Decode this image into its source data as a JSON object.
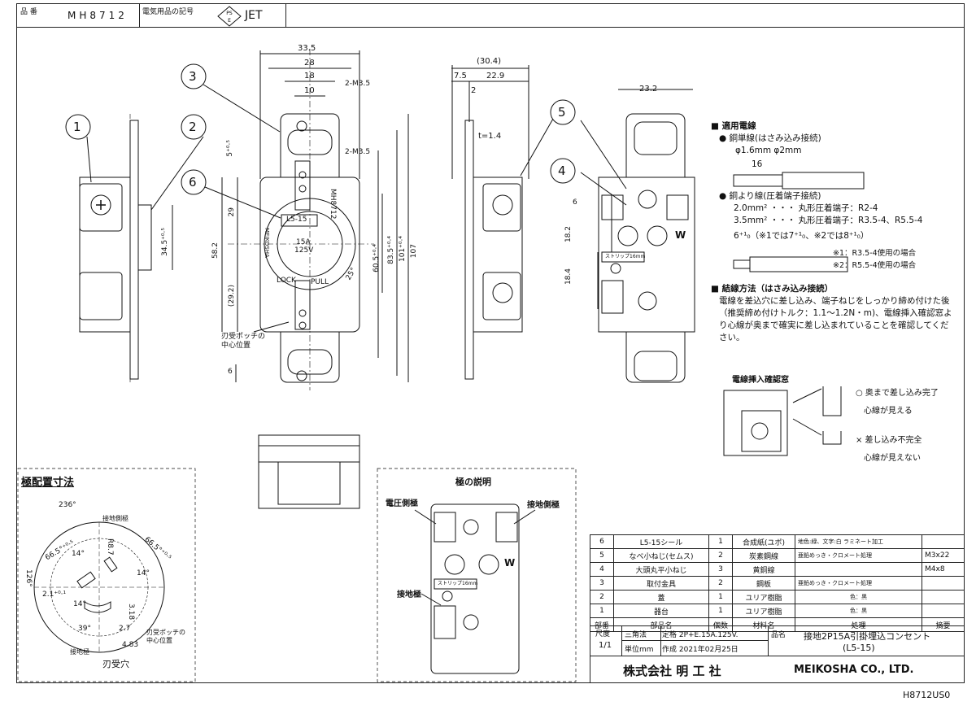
{
  "header": {
    "part_no_label": "品 番",
    "part_no": "MH8712",
    "symbol_label": "電気用品の記号",
    "pse_mark": "PS E",
    "jet_mark": "JET"
  },
  "callouts": [
    "1",
    "2",
    "3",
    "4",
    "5",
    "6"
  ],
  "dims_front": {
    "w335": "33.5",
    "w28": "28",
    "w18": "18",
    "w10": "10",
    "m35a": "2-M3.5",
    "m35b": "2-M3.5",
    "d5": "5⁺⁰·⁵",
    "d29": "29",
    "d582": "58.2",
    "d292": "(29.2)",
    "d6": "6",
    "d605": "60.5⁺⁰·⁴",
    "d835": "83.5⁺⁰·⁴",
    "d101": "101⁺⁰·⁴",
    "d107": "107",
    "d345": "34.5⁺⁰·⁵",
    "ang25": "25°",
    "face_label": "L5-15",
    "face_model": "MH8712",
    "face_rating_a": "15A",
    "face_rating_v": "125V",
    "face_lock": "LOCK",
    "face_pull": "PULL",
    "face_brand": "MEIKOSHA",
    "notch_note_1": "刃受ポッチの",
    "notch_note_2": "中心位置"
  },
  "dims_side": {
    "w304": "(30.4)",
    "w75": "7.5",
    "w229": "22.9",
    "d2": "2",
    "t14": "t=1.4"
  },
  "dims_back": {
    "w232": "23.2",
    "d6": "6",
    "d182": "18.2",
    "d184": "18.4",
    "strip": "ストリップ16mm",
    "w_mark": "W"
  },
  "pole_layout": {
    "title": "極配置寸法",
    "a236": "236°",
    "a126": "126°",
    "a665a": "66.5°⁺⁰·⁵",
    "a665b": "66.5°⁺⁰·⁵",
    "a14a": "14°",
    "a14b": "14°",
    "a14c": "14°",
    "a39": "39°",
    "r87": "R8.7",
    "d21": "2.1⁺⁰·¹",
    "d318": "3.18",
    "d27": "2.7",
    "d483": "4.83",
    "label_live": "接地側極",
    "label_ground": "接地極",
    "notch_1": "刃受ポッチの",
    "notch_2": "中心位置",
    "caption": "刃受穴"
  },
  "pole_desc": {
    "title": "極の説明",
    "voltage_side": "電圧側極",
    "ground_side": "接地側極",
    "earth": "接地極",
    "strip": "ストリップ16mm",
    "w_mark": "W"
  },
  "notes": {
    "wire_title": "■ 適用電線",
    "solid_title": "● 銅単線(はさみ込み接続)",
    "solid_sizes": "φ1.6mm φ2mm",
    "strip_len": "16",
    "stranded_title": "● 銅より線(圧着端子接続)",
    "stranded_1": "2.0mm² ・・・ 丸形圧着端子：R2-4",
    "stranded_2": "3.5mm² ・・・ 丸形圧着端子：R3.5-4、R5.5-4",
    "tol_line": "6⁺¹₀（※1では7⁺¹₀、※2では8⁺¹₀）",
    "note1": "※1：R3.5-4使用の場合",
    "note2": "※2：R5.5-4使用の場合",
    "method_title": "■ 結線方法（はさみ込み接続）",
    "method_text": "電線を差込穴に差し込み、端子ねじをしっかり締め付けた後（推奨締め付けトルク：1.1～1.2N・m)、電線挿入確認窓より心線が奥まで確実に差し込まれていることを確認してください。",
    "window_label": "電線挿入確認窓",
    "ok_1": "○ 奥まで差し込み完了",
    "ok_2": "心線が見える",
    "ng_1": "× 差し込み不完全",
    "ng_2": "心線が見えない"
  },
  "parts_table": {
    "rows": [
      [
        "6",
        "L5-15シール",
        "1",
        "合成紙(ユポ)",
        "地色:緑、文字:白 ラミネート加工",
        ""
      ],
      [
        "5",
        "なべ小ねじ(セムス)",
        "2",
        "炭素鋼線",
        "亜鉛めっき・クロメート処理",
        "M3x22"
      ],
      [
        "4",
        "大頭丸平小ねじ",
        "3",
        "黄銅線",
        "",
        "M4x8"
      ],
      [
        "3",
        "取付金具",
        "2",
        "鋼板",
        "亜鉛めっき・クロメート処理",
        ""
      ],
      [
        "2",
        "蓋",
        "1",
        "ユリア樹脂",
        "色：黒",
        ""
      ],
      [
        "1",
        "器台",
        "1",
        "ユリア樹脂",
        "色：黒",
        ""
      ]
    ],
    "head": [
      "部番",
      "部品名",
      "個数",
      "材料名",
      "処理",
      "摘要"
    ],
    "scale_label": "尺度",
    "scale_value": "1/1",
    "projection": "三角法",
    "unit": "単位mm",
    "rating": "定格 2P+E.15A.125V.",
    "created": "作成 2021年02月25日",
    "product_label": "品名",
    "product_1": "接地2P15A引掛埋込コンセント",
    "product_2": "(L5-15)",
    "company_jp": "株式会社 明 工 社",
    "company_en": "MEIKOSHA CO., LTD."
  },
  "footer_code": "H8712US0"
}
